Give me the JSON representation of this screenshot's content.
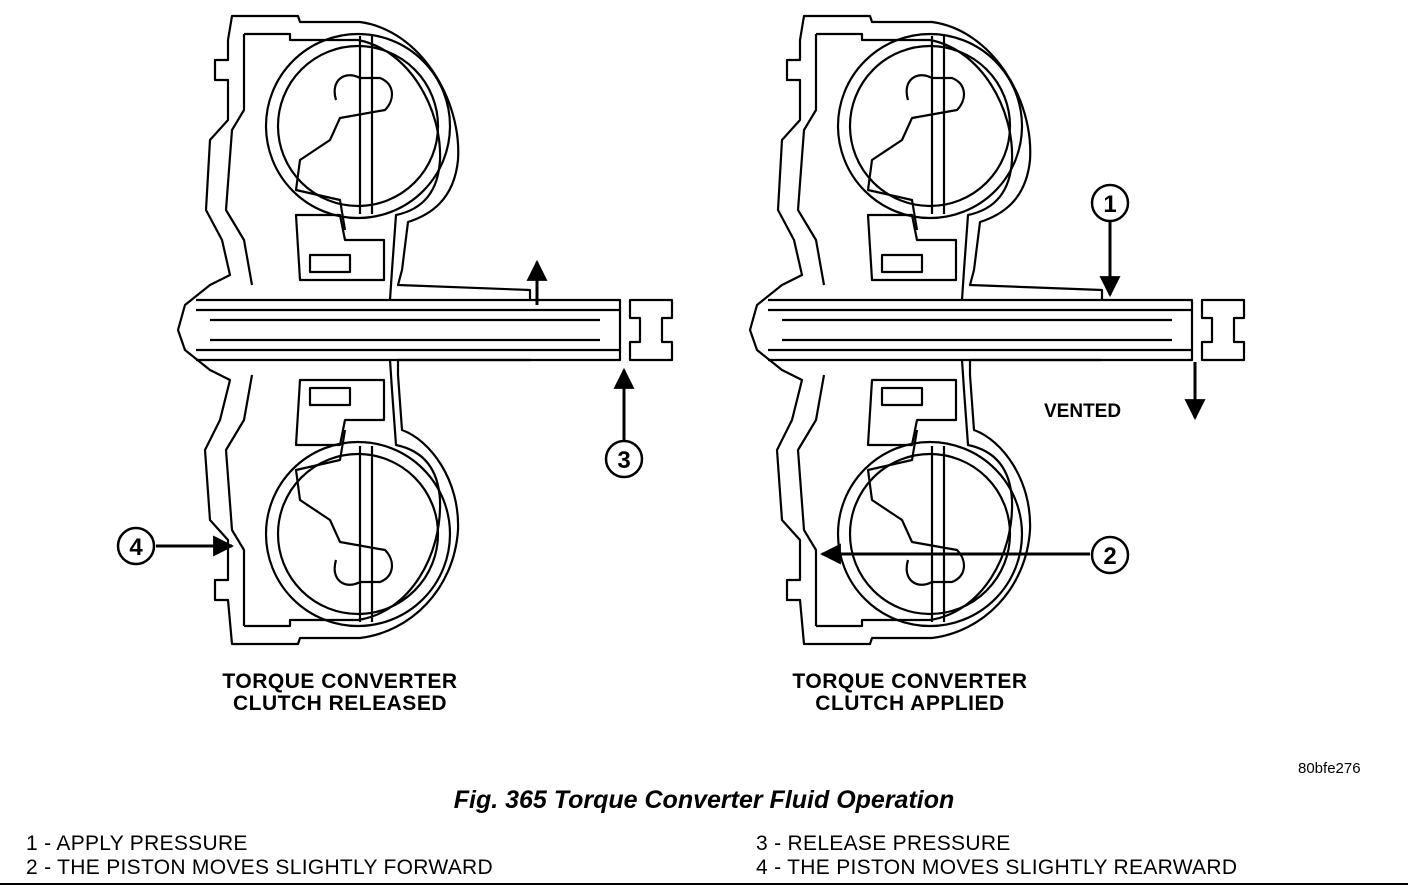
{
  "left_caption": {
    "line1": "TORQUE CONVERTER",
    "line2": "CLUTCH RELEASED"
  },
  "right_caption": {
    "line1": "TORQUE CONVERTER",
    "line2": "CLUTCH APPLIED"
  },
  "vented_label": "VENTED",
  "image_code": "80bfe276",
  "figure_title": "Fig. 365 Torque Converter Fluid Operation",
  "callouts": {
    "c1": "1",
    "c2": "2",
    "c3": "3",
    "c4": "4"
  },
  "legend": [
    "1 - APPLY PRESSURE",
    "2 - THE PISTON MOVES SLIGHTLY FORWARD",
    "3 - RELEASE PRESSURE",
    "4 - THE PISTON MOVES SLIGHTLY REARWARD"
  ]
}
